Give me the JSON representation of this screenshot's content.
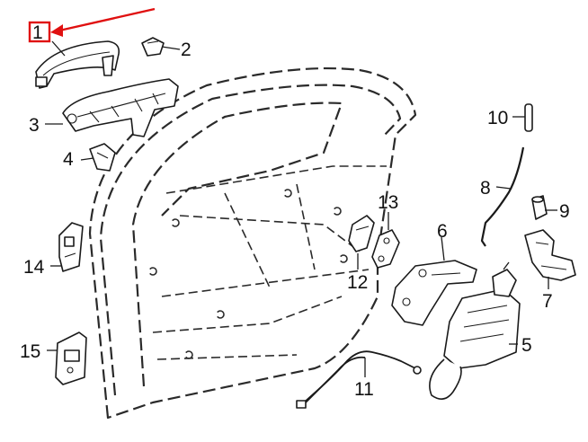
{
  "diagram": {
    "callouts": [
      {
        "id": "1",
        "label": "1"
      },
      {
        "id": "2",
        "label": "2"
      },
      {
        "id": "3",
        "label": "3"
      },
      {
        "id": "4",
        "label": "4"
      },
      {
        "id": "5",
        "label": "5"
      },
      {
        "id": "6",
        "label": "6"
      },
      {
        "id": "7",
        "label": "7"
      },
      {
        "id": "8",
        "label": "8"
      },
      {
        "id": "9",
        "label": "9"
      },
      {
        "id": "10",
        "label": "10"
      },
      {
        "id": "11",
        "label": "11"
      },
      {
        "id": "12",
        "label": "12"
      },
      {
        "id": "13",
        "label": "13"
      },
      {
        "id": "14",
        "label": "14"
      },
      {
        "id": "15",
        "label": "15"
      }
    ],
    "highlight": {
      "callout": "1",
      "box_color": "#e01010",
      "arrow_color": "#e01010"
    },
    "line_color": "#1a1a1a"
  }
}
